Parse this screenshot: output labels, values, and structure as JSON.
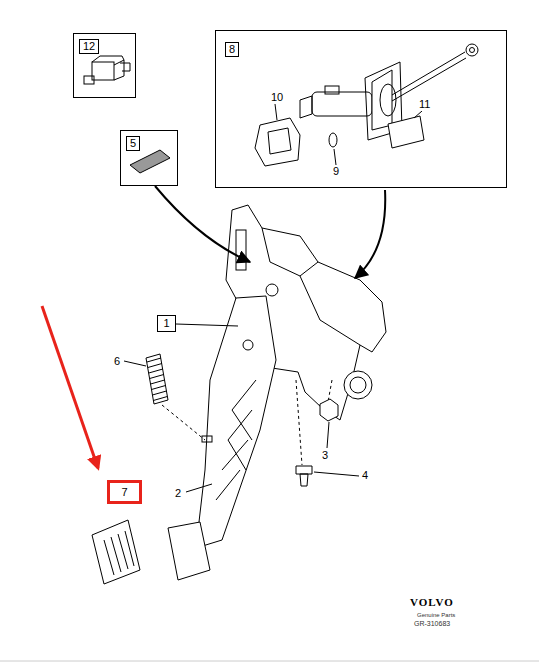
{
  "diagram": {
    "nodes": [
      {
        "text": [
          "12"
        ]
      },
      {
        "text": [
          "8"
        ]
      },
      {
        "text": [
          "5"
        ]
      },
      {
        "text": [
          "1"
        ]
      },
      {
        "text": [
          "7"
        ]
      }
    ],
    "labels": [
      "10",
      "9",
      "11",
      "6",
      "3",
      "4",
      "2",
      "VOLVO",
      "Genuine Parts",
      "GR-310683"
    ]
  }
}
